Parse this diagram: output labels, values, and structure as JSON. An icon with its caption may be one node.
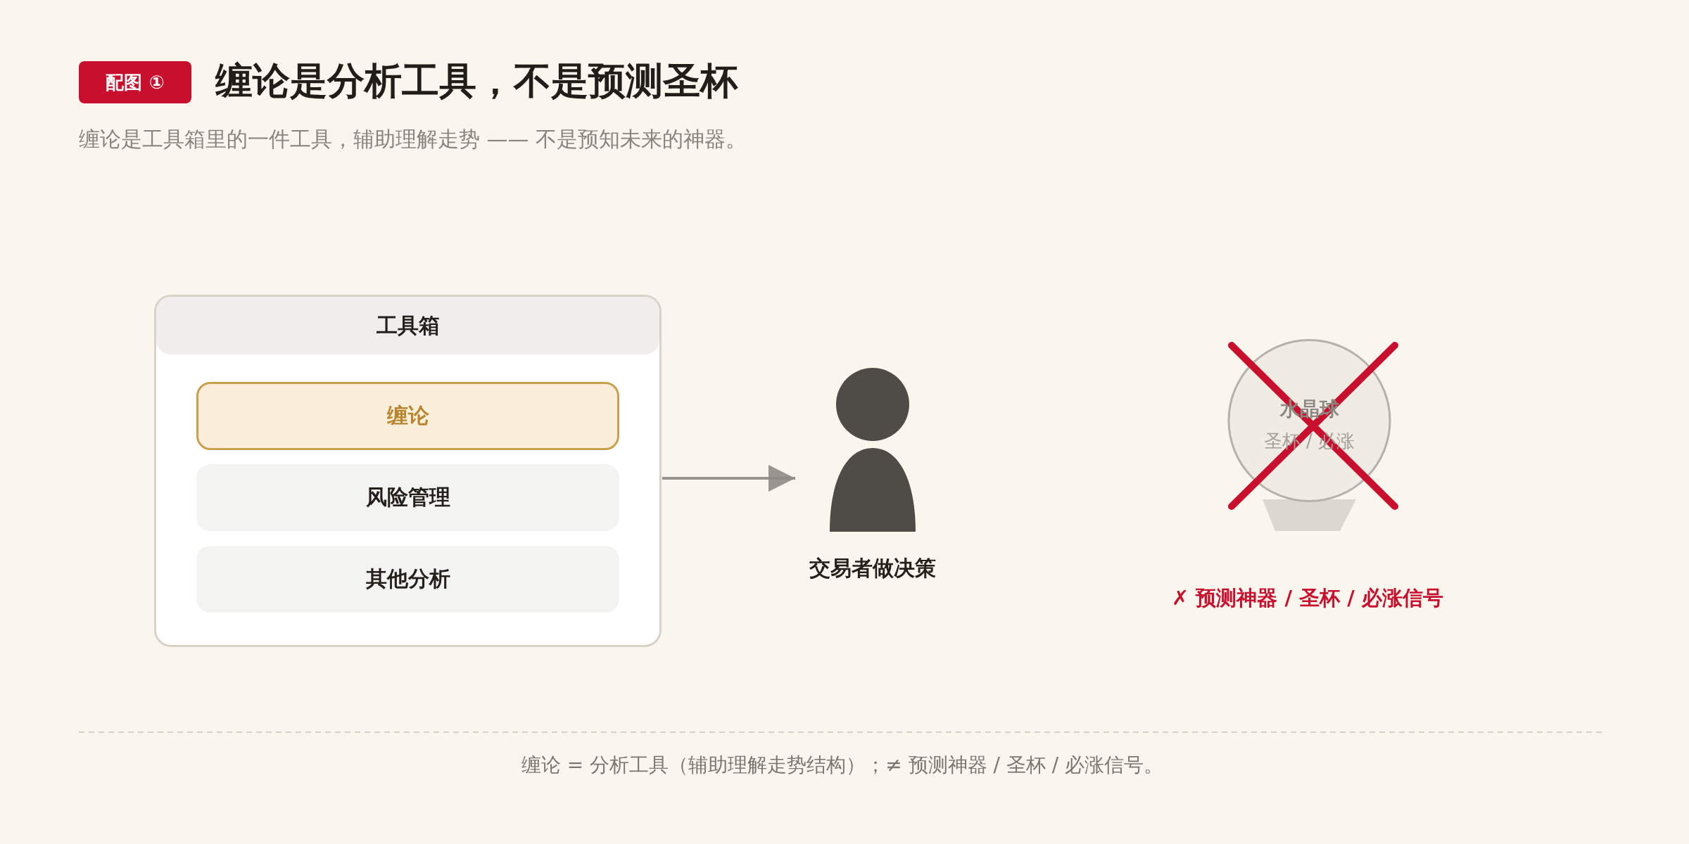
{
  "diagram": {
    "title": "缠论是分析工具，不是预测圣杯",
    "caption": "缠论 = 分析工具（辅助理解走势结构）；≠ 预测神器 / 圣杯 / 必涨信号。",
    "nodes": [
      {
        "text": [
          "配图 ①"
        ]
      },
      {
        "text": [
          "工具箱"
        ]
      },
      {
        "text": [
          "缠论"
        ],
        "in": 1
      },
      {
        "text": [
          "风险管理"
        ],
        "in": 1
      },
      {
        "text": [
          "其他分析"
        ],
        "in": 1
      },
      {
        "text": [
          "交易者做决策"
        ]
      },
      {
        "text": [
          "水晶球",
          "圣杯 / 必涨"
        ]
      }
    ],
    "edges": [
      {
        "from": 1,
        "to": 5,
        "arrow": "to"
      }
    ],
    "labels": [
      "缠论是工具箱里的一件工具，辅助理解走势 —— 不是预知未来的神器。",
      "✗ 预测神器 / 圣杯 / 必涨信号"
    ]
  }
}
